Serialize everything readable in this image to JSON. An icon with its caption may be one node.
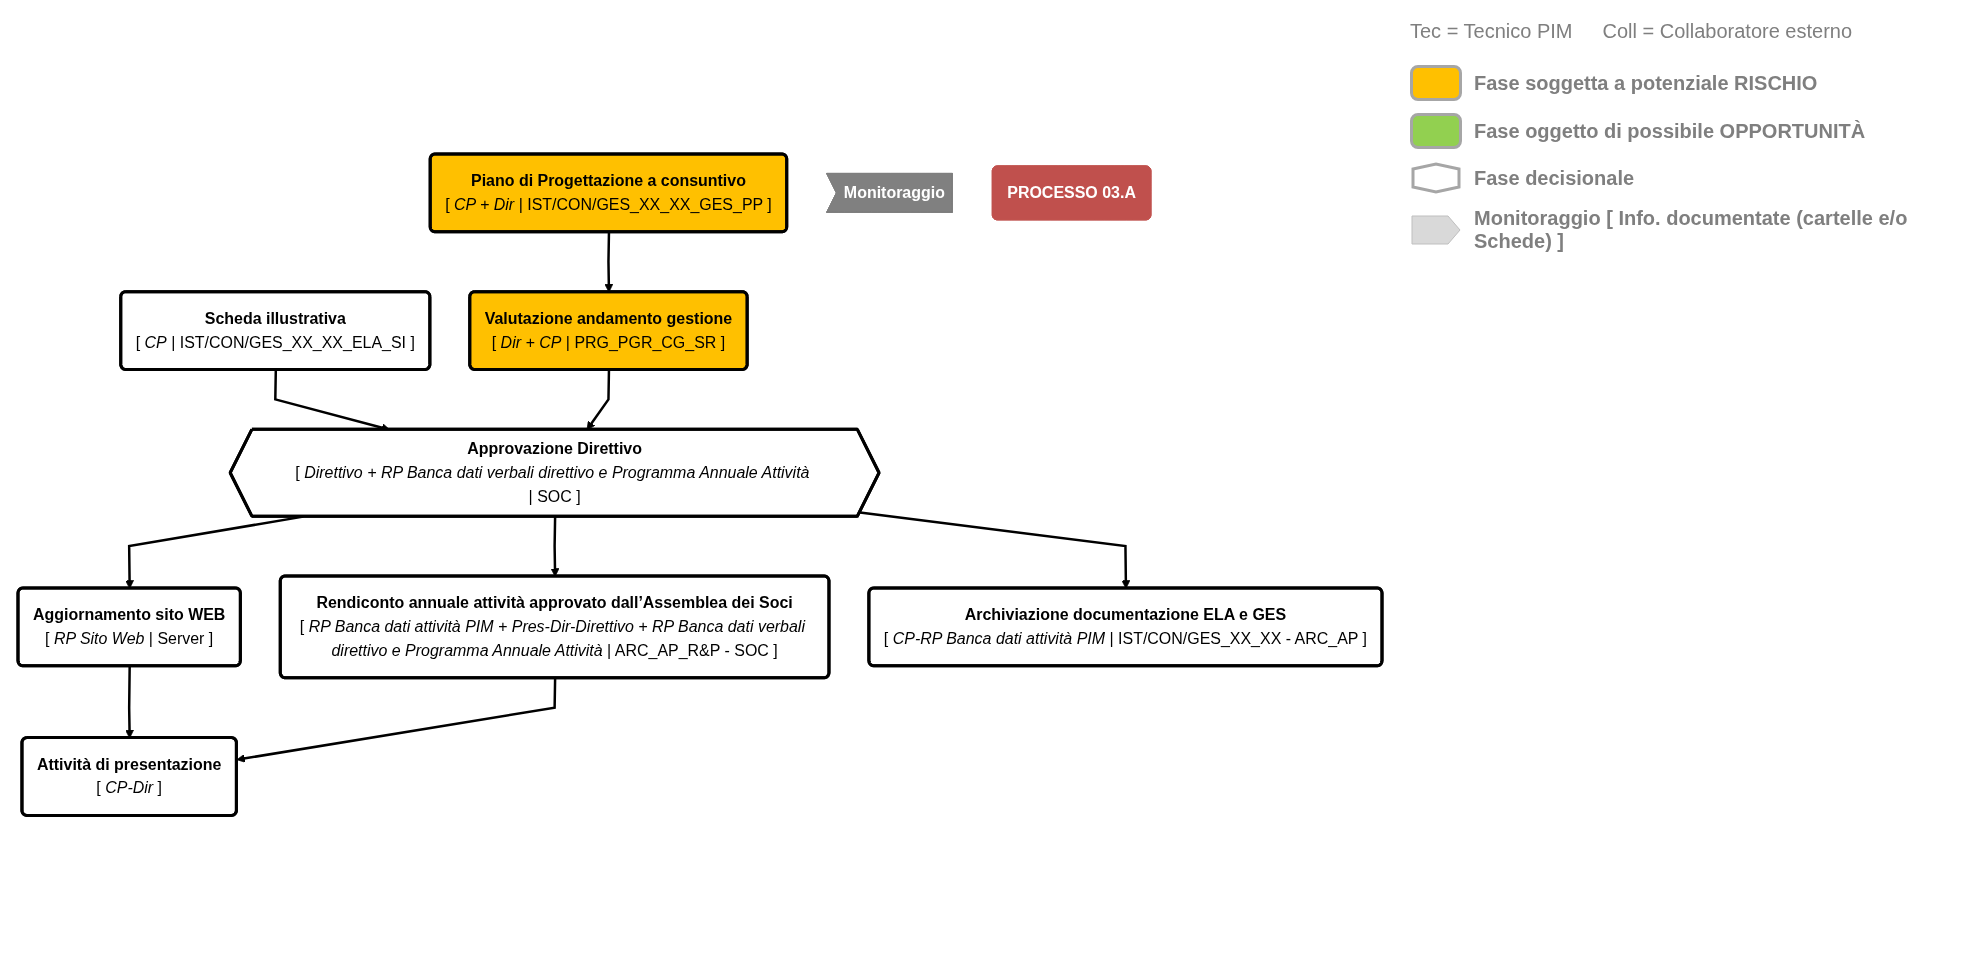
{
  "diagram": {
    "nodes": [
      {
        "text": [
          "Scheda illustrativa",
          "[ *CP* | IST/CON/GES_XX_XX_ELA_SI ]"
        ]
      },
      {
        "text": [
          "Piano di Progettazione a consuntivo",
          "[ *CP + Dir* | IST/CON/GES_XX_XX_GES_PP ]"
        ]
      },
      {
        "text": [
          "Valutazione andamento gestione",
          "[ *Dir + CP* | PRG_PGR_CG_SR ]"
        ]
      },
      {
        "text": [
          "Monitoraggio"
        ]
      },
      {
        "text": [
          "Approvazione Direttivo",
          "[ *Direttivo + RP Banca dati verbali direttivo e Programma Annuale Attività* | SOC ]"
        ]
      },
      {
        "text": [
          "Aggiornamento sito WEB",
          "[ *RP Sito Web* | Server ]"
        ]
      },
      {
        "text": [
          "Rendiconto annuale attività approvato dall’Assemblea dei Soci",
          "[ *RP Banca dati attività PIM + Pres-Dir-Direttivo + RP Banca dati verbali direttivo e Programma Annuale Attività* | ARC_AP_R&P - SOC ]"
        ]
      },
      {
        "text": [
          "Archiviazione documentazione ELA e GES",
          "[ *CP-RP  Banca dati attività PIM* | IST/CON/GES_XX_XX - ARC_AP ]"
        ]
      },
      {
        "text": [
          "PROCESSO 03.A"
        ]
      },
      {
        "text": [
          "Attività di presentazione",
          "[ *CP-Dir* ]"
        ]
      }
    ],
    "edges": [
      {
        "from": 0,
        "to": 4,
        "arrow": "to"
      },
      {
        "from": 1,
        "to": 2,
        "arrow": "to"
      },
      {
        "from": 2,
        "to": 4,
        "arrow": "to"
      },
      {
        "from": 4,
        "to": 5,
        "arrow": "to"
      },
      {
        "from": 4,
        "to": 6,
        "arrow": "to"
      },
      {
        "from": 4,
        "to": 7,
        "arrow": "to"
      },
      {
        "from": 5,
        "to": 9,
        "arrow": "to"
      },
      {
        "from": 6,
        "to": 9,
        "arrow": "to"
      }
    ],
    "labels": [
      "Tec = Tecnico PIM",
      "Coll = Collaboratore esterno"
    ],
    "legend": [
      {
        "text": "Fase soggetta a potenziale RISCHIO",
        "color": "#ffc000"
      },
      {
        "text": "Fase oggetto di possibile OPPORTUNITÀ",
        "color": "#92d050"
      },
      {
        "text": "Fase decisionale"
      },
      {
        "text": "Monitoraggio [ Info. documentate (cartelle e/o Schede) ]"
      }
    ]
  }
}
